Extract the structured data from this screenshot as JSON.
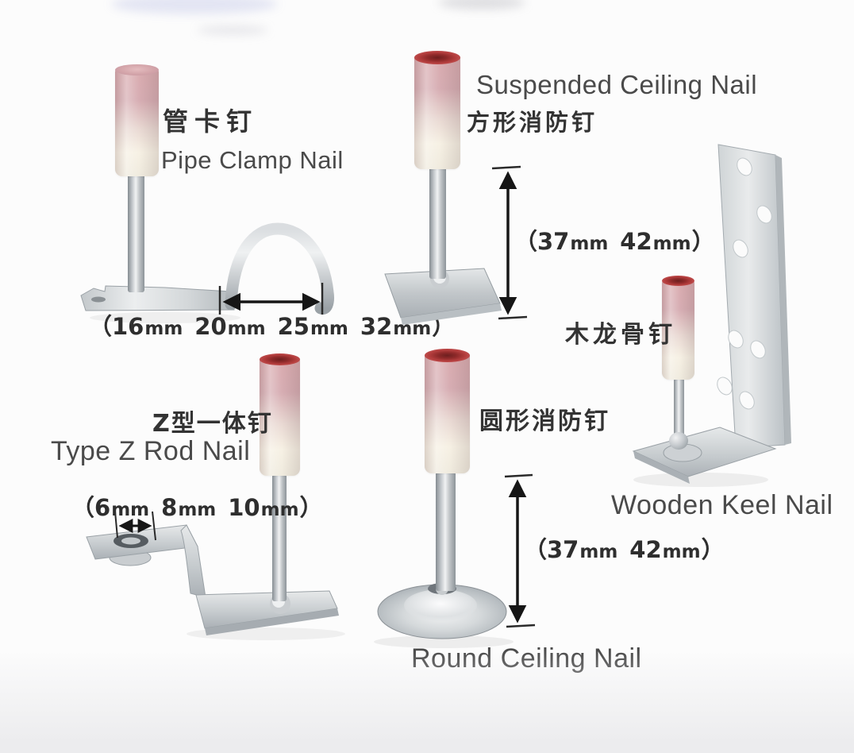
{
  "image": {
    "type": "product-photo-collage",
    "background_color": "#fcfcfc",
    "text_color": "#4a4a4a",
    "cap_red_color": "#b23c3c",
    "metal_color": "#c6cace"
  },
  "products": [
    {
      "name_cn": "管卡钉",
      "name_en": "Pipe Clamp Nail",
      "dimensions": "（16mm 20mm 25mm 32mm）",
      "dim_parts": [
        "（16",
        "mm",
        "20",
        "mm",
        "25",
        "mm",
        "32",
        "mm",
        "）"
      ]
    },
    {
      "name_en": "Suspended Ceiling Nail",
      "name_cn": "方形消防钉",
      "dimensions": "（37mm 42mm）",
      "dim_parts": [
        "（37",
        "mm",
        "42",
        "mm",
        "）"
      ]
    },
    {
      "name_cn": "木龙骨钉",
      "name_en": "Wooden Keel Nail"
    },
    {
      "name_cn": "Z型一体钉",
      "name_en": "Type Z Rod Nail",
      "dimensions": "（6mm 8mm 10mm）",
      "dim_parts": [
        "（6",
        "mm",
        "8",
        "mm",
        "10",
        "mm",
        "）"
      ]
    },
    {
      "name_cn": "圆形消防钉",
      "name_en": "Round Ceiling Nail",
      "dimensions": "（37mm 42mm）",
      "dim_parts": [
        "（37",
        "mm",
        "42",
        "mm",
        "）"
      ]
    }
  ]
}
